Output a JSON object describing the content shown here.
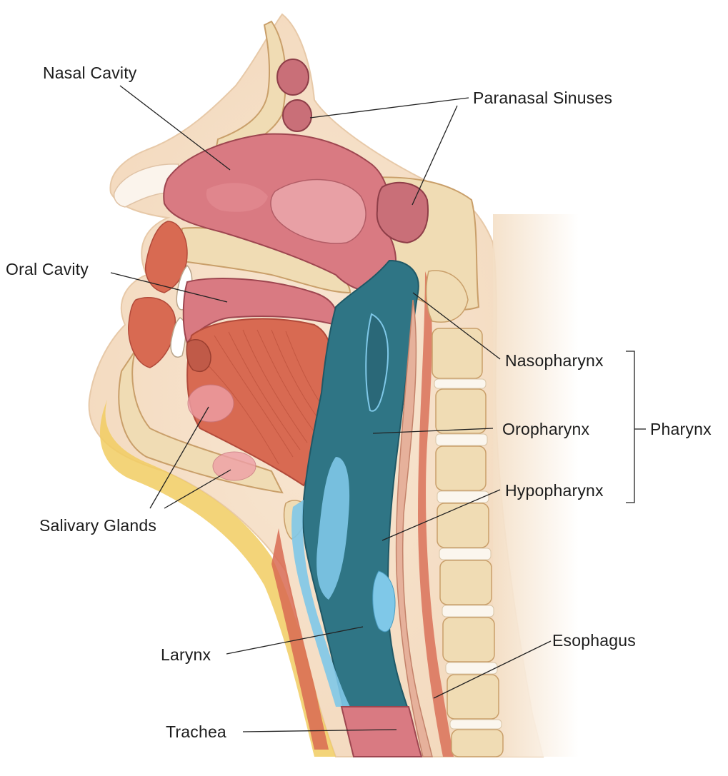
{
  "labels": {
    "nasal_cavity": "Nasal Cavity",
    "paranasal_sinuses": "Paranasal Sinuses",
    "oral_cavity": "Oral Cavity",
    "nasopharynx": "Nasopharynx",
    "oropharynx": "Oropharynx",
    "pharynx": "Pharynx",
    "hypopharynx": "Hypopharynx",
    "salivary_glands": "Salivary Glands",
    "esophagus": "Esophagus",
    "larynx": "Larynx",
    "trachea": "Trachea"
  },
  "colors": {
    "bone": "#f0dcb4",
    "cavity": "#d97a82",
    "muscle": "#d86a52",
    "pharynx": "#2f7585",
    "pharynx_edge": "#7fc8e8",
    "skin": "#f6e3cf",
    "fat": "#f1cc62"
  }
}
